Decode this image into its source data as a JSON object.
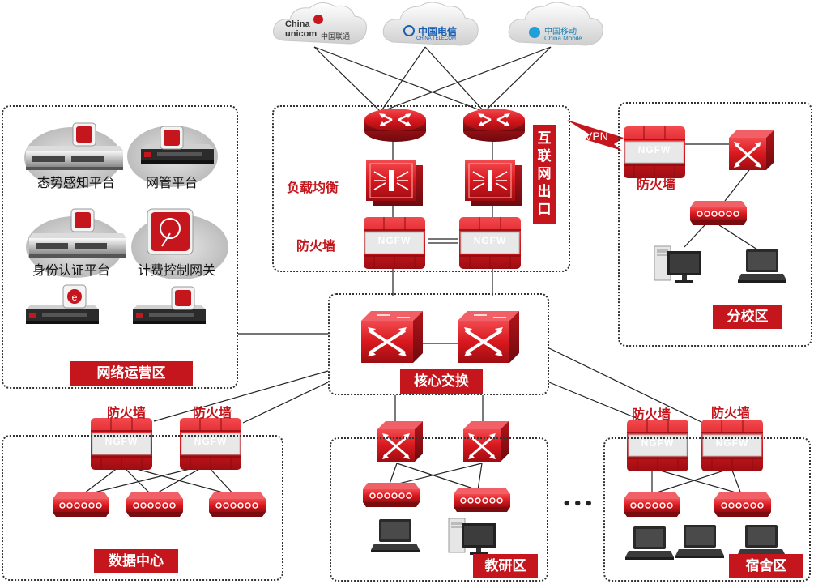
{
  "clouds": [
    {
      "name_en": "China unicom",
      "name_cn": "中国联通"
    },
    {
      "name_cn": "中国电信",
      "name_en": "CHINA TELECOM"
    },
    {
      "name_cn": "中国移动",
      "name_en": "China Mobile"
    }
  ],
  "labels": {
    "internet_exit": "互联网出口",
    "load_balance": "负载均衡",
    "firewall": "防火墙",
    "vpn": "VPN",
    "branch_campus": "分校区",
    "core_switch": "核心交换",
    "network_ops": "网络运营区",
    "data_center": "数据中心",
    "teaching_research": "教研区",
    "dormitory": "宿舍区",
    "ellipsis": "•••"
  },
  "platforms": {
    "situational_awareness": "态势感知平台",
    "network_management": "网管平台",
    "identity_auth": "身份认证平台",
    "billing_gateway": "计费控制网关"
  },
  "device_text": {
    "ngfw": "NGFW"
  },
  "colors": {
    "accent_red": "#c4161c",
    "cloud_gray": "#d4d4d4"
  }
}
